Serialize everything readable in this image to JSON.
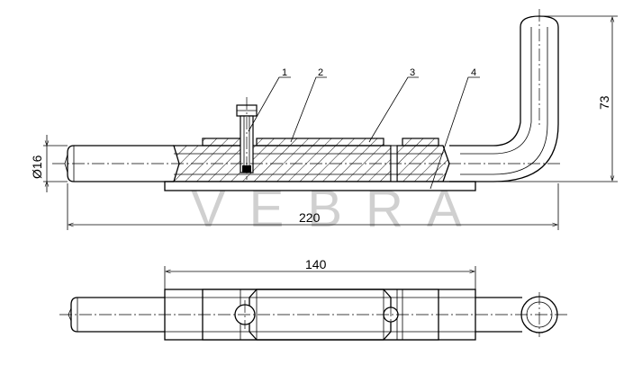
{
  "watermark": "VEBRA",
  "dimensions": {
    "overall_length": "220",
    "height": "73",
    "diameter": "Ø16",
    "plate_length": "140"
  },
  "part_labels": [
    "1",
    "2",
    "3",
    "4"
  ],
  "colors": {
    "line": "#000000",
    "watermark": "#d0d0d0",
    "background": "#ffffff"
  }
}
